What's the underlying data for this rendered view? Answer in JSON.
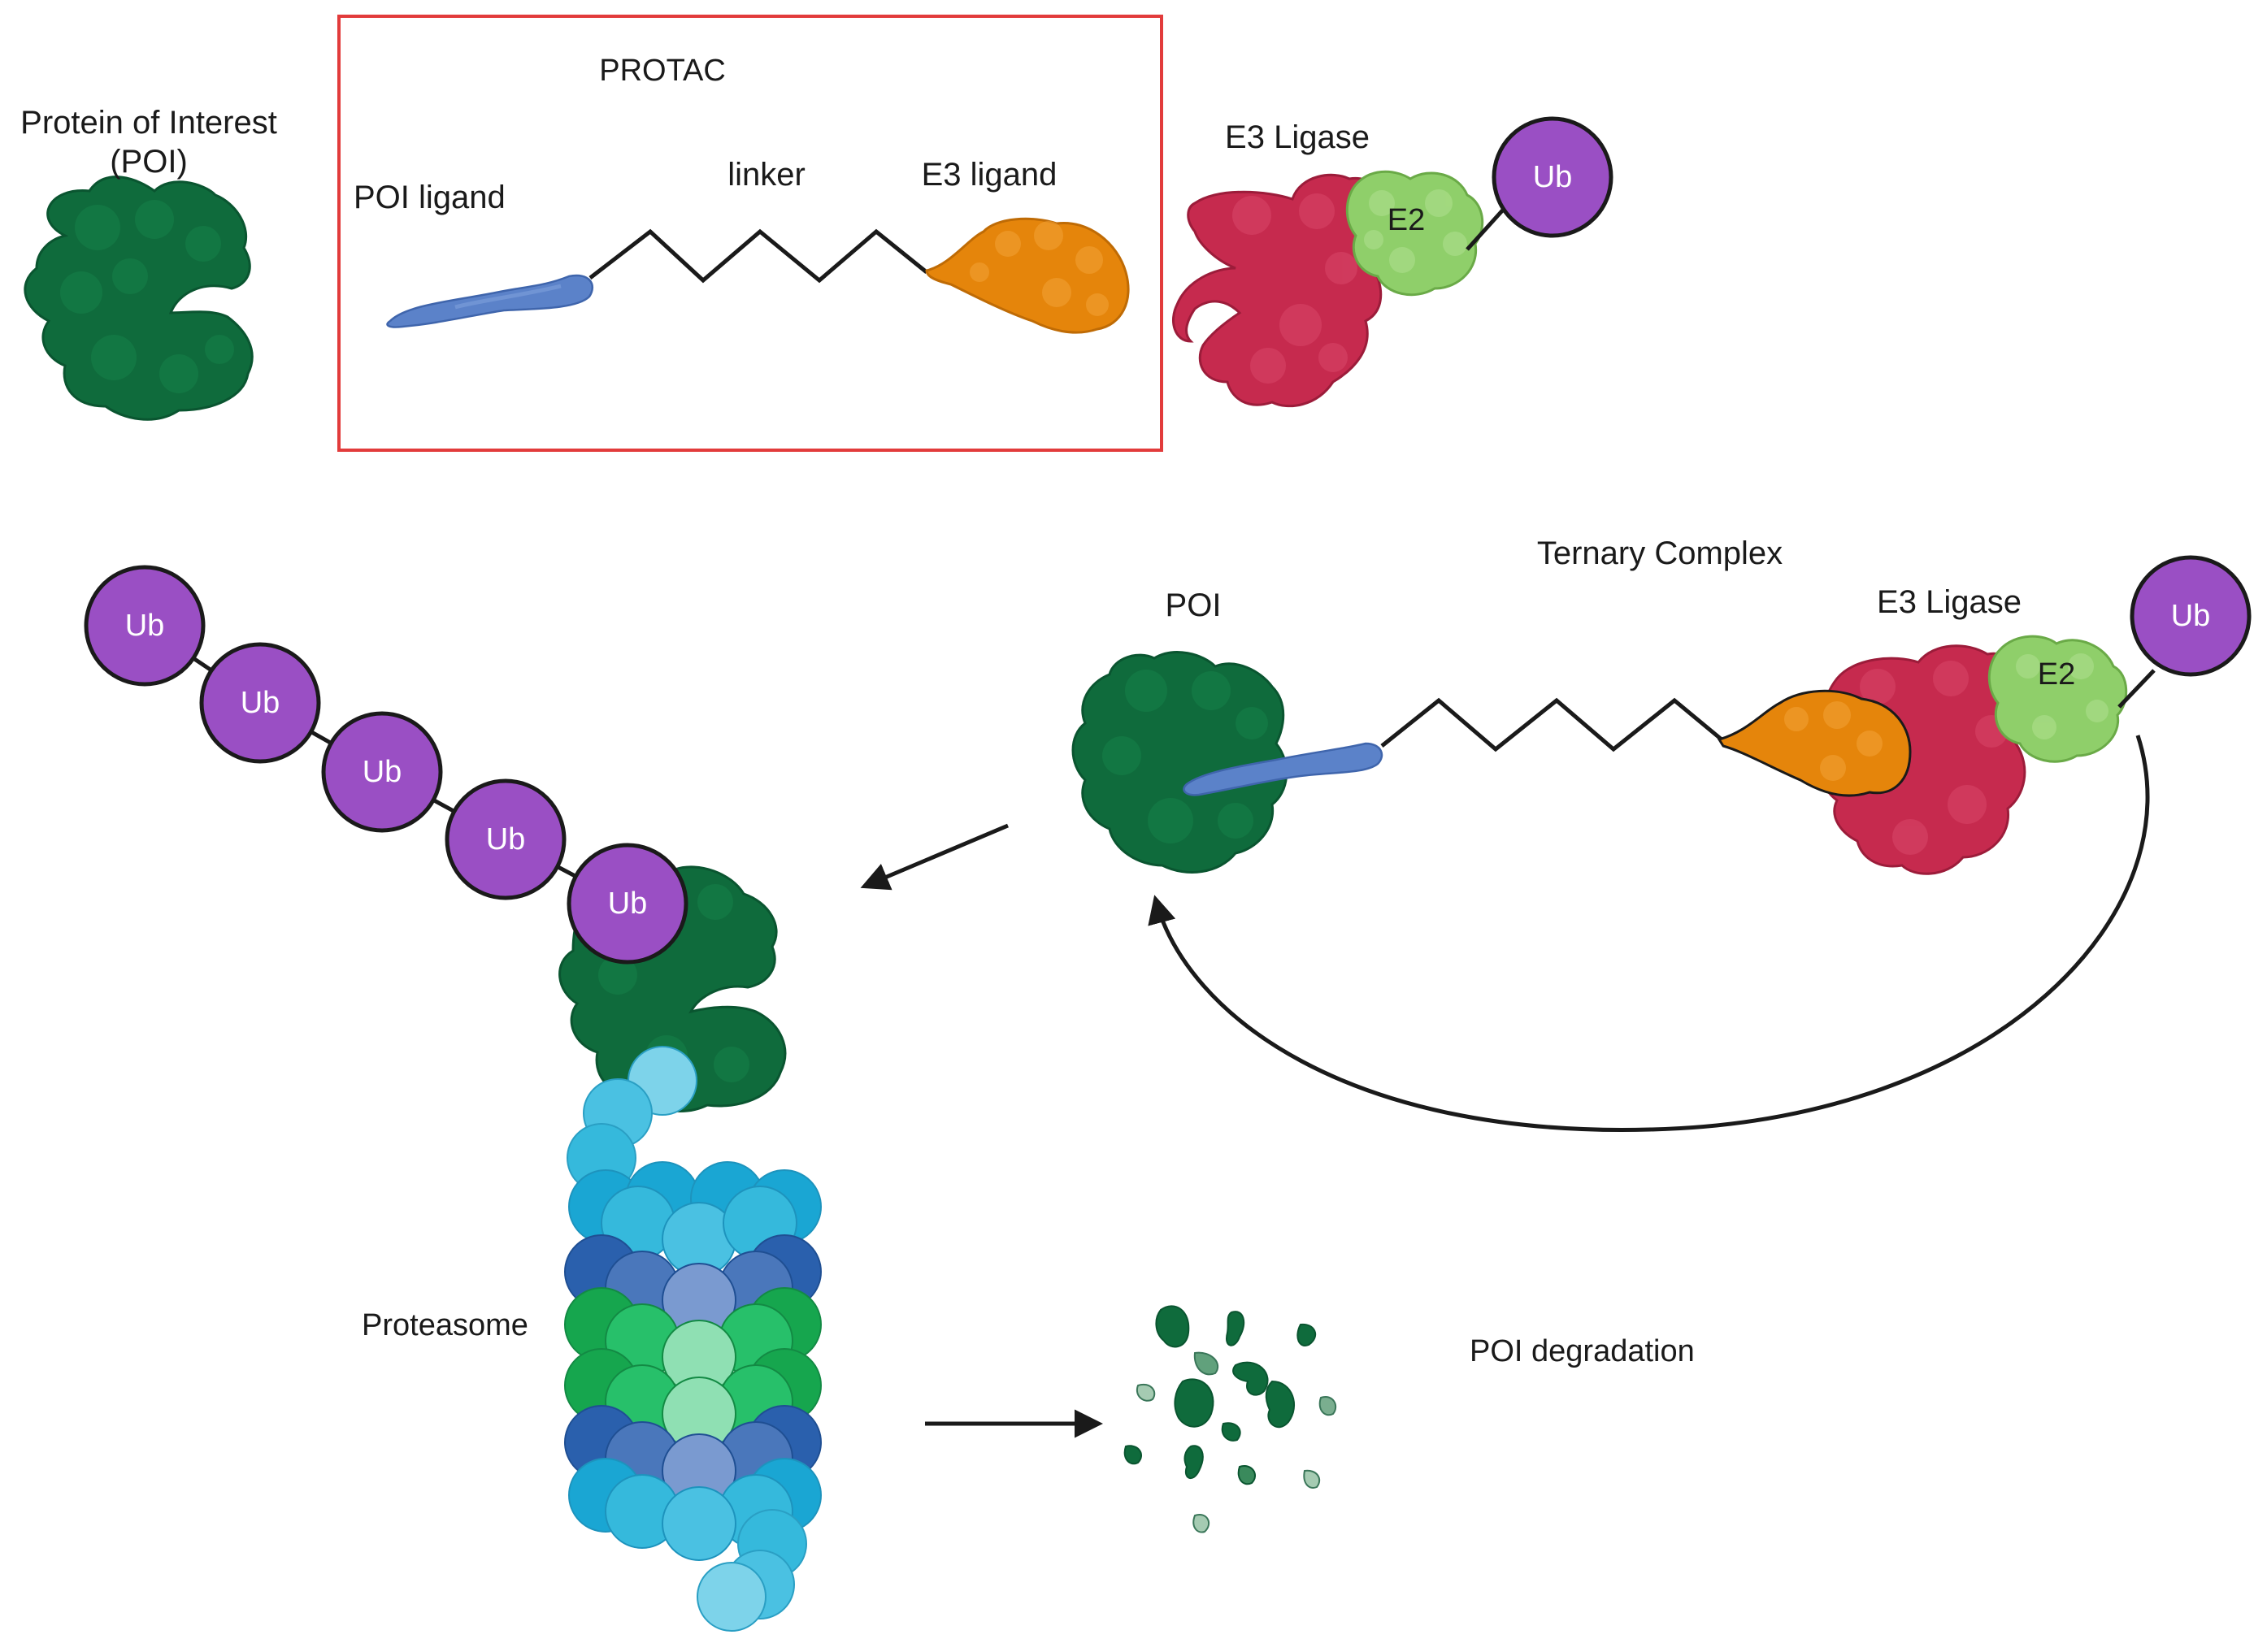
{
  "labels": {
    "protein_of_interest": "Protein of Interest",
    "poi_paren": "(POI)",
    "protac": "PROTAC",
    "poi_ligand": "POI ligand",
    "linker": "linker",
    "e3_ligand": "E3 ligand",
    "e3_ligase_top": "E3 Ligase",
    "e2_top": "E2",
    "ub": "Ub",
    "ternary_complex": "Ternary Complex",
    "poi": "POI",
    "e3_ligase_ternary": "E3 Ligase",
    "e2_ternary": "E2",
    "proteasome": "Proteasome",
    "poi_degradation": "POI degradation"
  },
  "colors": {
    "poi_green": "#0f6b3c",
    "poi_ligand_blue": "#5b82c9",
    "e3_ligand_orange": "#e5850b",
    "e3_ligase_red": "#c62a4e",
    "e2_green": "#8fcf6a",
    "ub_purple": "#9a4fc4",
    "frame_red": "#e23b3b",
    "proteasome_cyan": "#35b9dc",
    "proteasome_blue": "#2f64b0",
    "proteasome_green": "#1fb25a"
  },
  "icons": {
    "poi": "protein-blob-icon",
    "ub": "ubiquitin-circle-icon",
    "proteasome": "proteasome-barrel-icon",
    "fragments": "protein-fragments-icon"
  }
}
